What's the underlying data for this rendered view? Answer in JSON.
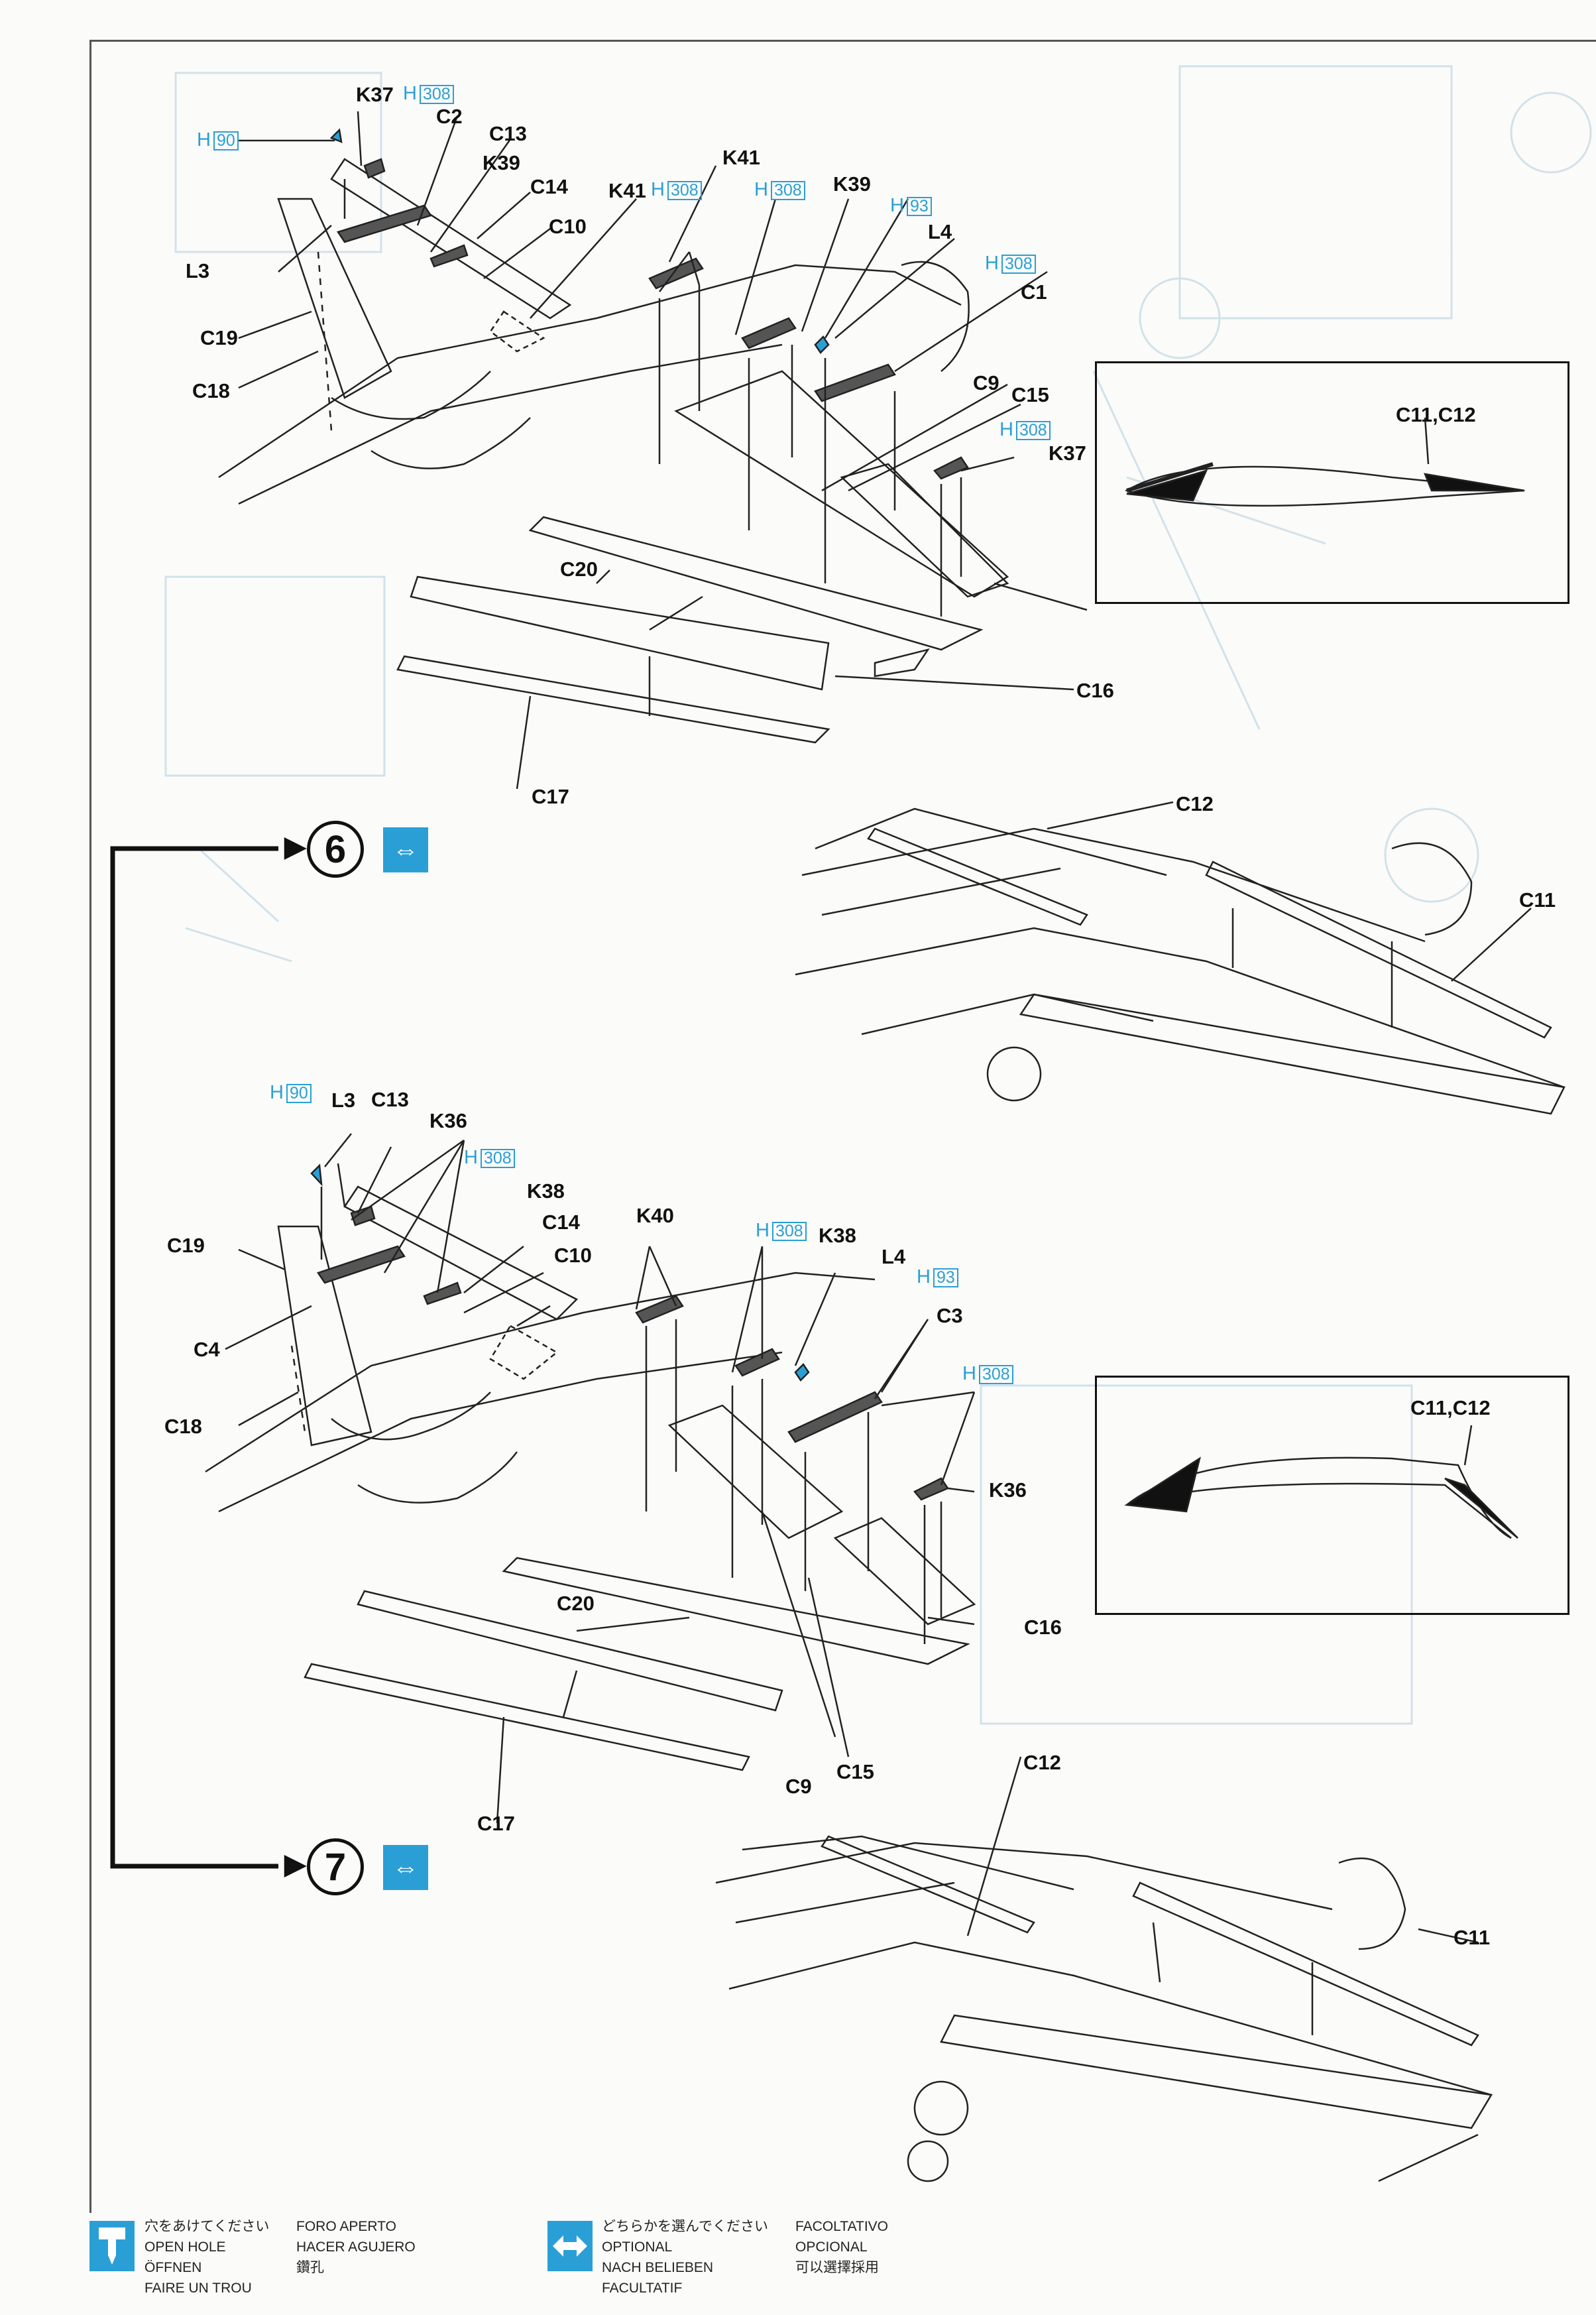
{
  "labels": {
    "K37": "K37",
    "C2": "C2",
    "C13": "C13",
    "K39": "K39",
    "C14": "C14",
    "C10": "C10",
    "K41": "K41",
    "L3": "L3",
    "C19": "C19",
    "C18": "C18",
    "L4": "L4",
    "C1": "C1",
    "C9": "C9",
    "C15": "C15",
    "C20": "C20",
    "C16": "C16",
    "C17": "C17",
    "C12": "C12",
    "C11": "C11",
    "C11C12": "C11,C12",
    "K36": "K36",
    "K38": "K38",
    "K40": "K40",
    "C4": "C4",
    "C3": "C3"
  },
  "hole_prefix": "H",
  "holes": {
    "h90": "90",
    "h308": "308",
    "h93": "93"
  },
  "steps": {
    "six": "6",
    "seven": "7"
  },
  "legend": {
    "open_hole": [
      "穴をあけてください",
      "OPEN HOLE",
      "ÖFFNEN",
      "FAIRE UN TROU"
    ],
    "open_hole_b": [
      "FORO APERTO",
      "HACER AGUJERO",
      "鑽孔"
    ],
    "optional": [
      "どちらかを選んでください",
      "OPTIONAL",
      "NACH BELIEBEN",
      "FACULTATIF"
    ],
    "optional_b": [
      "FACOLTATIVO",
      "OPCIONAL",
      "可以選擇採用"
    ]
  },
  "icons": {
    "open_hole": "drill-icon",
    "optional": "swap-arrows-icon"
  },
  "colors": {
    "accent": "#2a9fd6",
    "ink": "#111111"
  }
}
